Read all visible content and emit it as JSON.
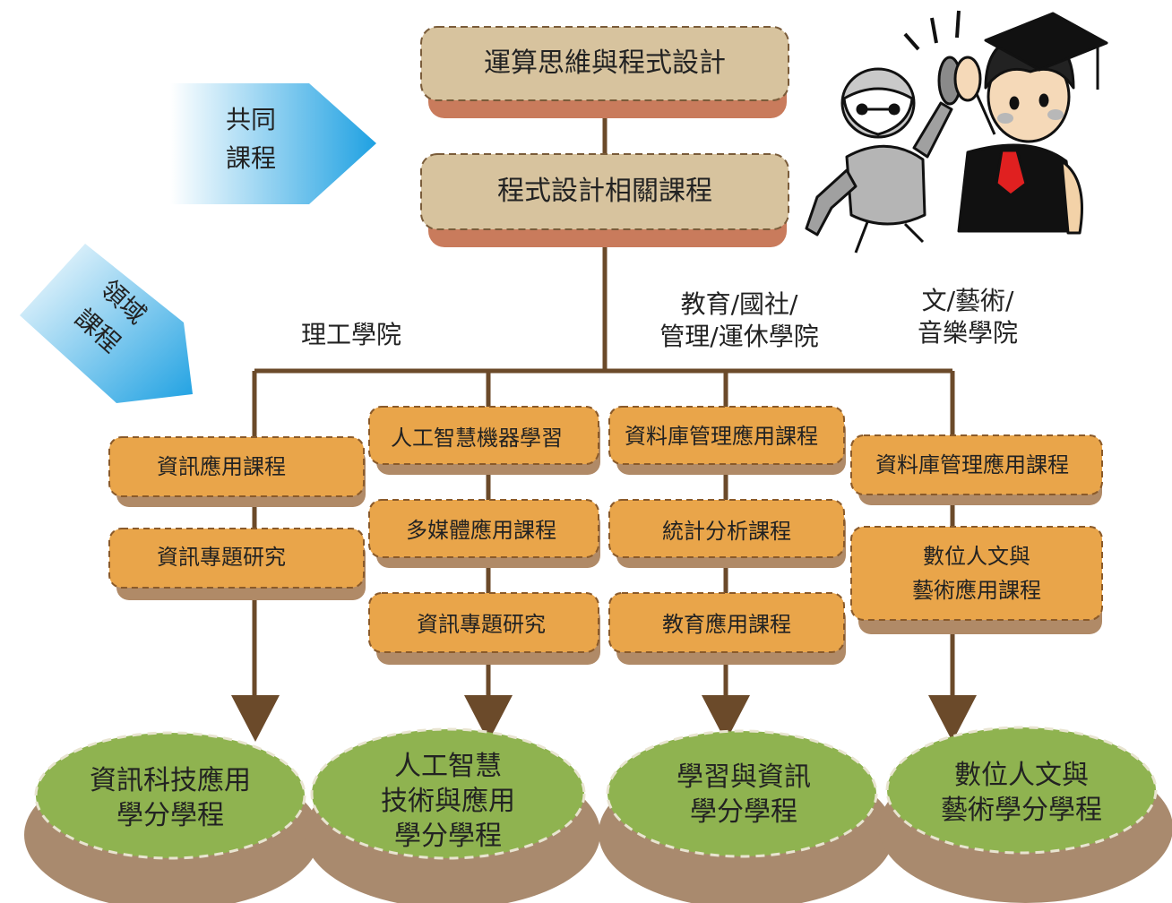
{
  "banners": {
    "common_line1": "共同",
    "common_line2": "課程",
    "domain_line1": "領域",
    "domain_line2": "課程"
  },
  "core_courses": {
    "top": "運算思維與程式設計",
    "second": "程式設計相關課程"
  },
  "colleges": {
    "science_engineering": "理工學院",
    "education_line1": "教育/國社/",
    "education_line2": "管理/運休學院",
    "arts_line1": "文/藝術/",
    "arts_line2": "音樂學院"
  },
  "columns": [
    {
      "courses": [
        "資訊應用課程",
        "資訊專題研究"
      ],
      "program": [
        "資訊科技應用",
        "學分學程"
      ]
    },
    {
      "courses": [
        "人工智慧機器學習",
        "多媒體應用課程",
        "資訊專題研究"
      ],
      "program": [
        "人工智慧",
        "技術與應用",
        "學分學程"
      ]
    },
    {
      "courses": [
        "資料庫管理應用課程",
        "統計分析課程",
        "教育應用課程"
      ],
      "program": [
        "學習與資訊",
        "學分學程"
      ]
    },
    {
      "courses": [
        "資料庫管理應用課程"
      ],
      "courses_multiline": [
        "數位人文與",
        "藝術應用課程"
      ],
      "program": [
        "數位人文與",
        "藝術學分學程"
      ]
    }
  ],
  "colors": {
    "core_fill": "#d7c39e",
    "core_shadow": "#c97b5c",
    "box_fill": "#e9a54a",
    "box_shadow": "#b08a67",
    "line": "#6b4a2a",
    "oval_fill": "#8fb350",
    "oval_shadow": "#a98a6e",
    "banner": "#2aa6e0"
  },
  "icons": {
    "illustration": "robot-and-graduate-high-five"
  }
}
